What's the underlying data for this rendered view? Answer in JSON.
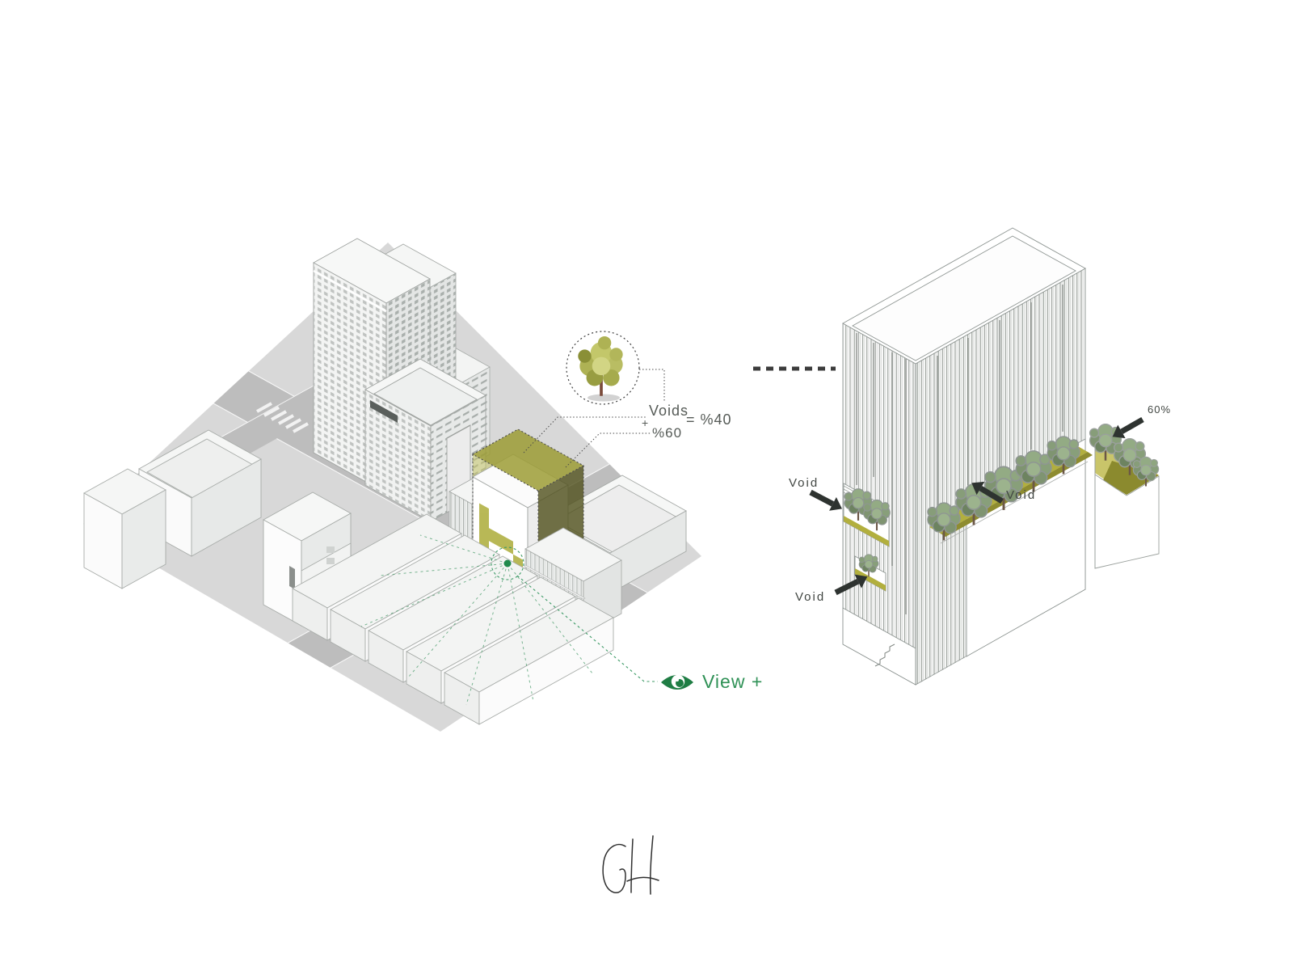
{
  "page": {
    "background": "#ffffff",
    "signature_text": "GH"
  },
  "left_diagram": {
    "name": "Site context axonometric with highlighted project volume",
    "annotations": {
      "voids_term": "Voids",
      "plus_sign": "+",
      "percent_60": "%60",
      "equals_percent_40": "= %40"
    },
    "view_label": "View +",
    "icons": {
      "tree": "tree-icon",
      "eye": "eye-icon"
    },
    "accent_green": "#2f9156",
    "highlight_olive": "#9a9a33"
  },
  "right_diagram": {
    "name": "Facade voids axonometric with louvers and planted terraces",
    "void_label_1": "Void",
    "void_label_2": "Void",
    "void_label_3": "Void",
    "percent_label": "60%",
    "arrow_color": "#2e3330",
    "planter_olive": "#b2af3e"
  }
}
